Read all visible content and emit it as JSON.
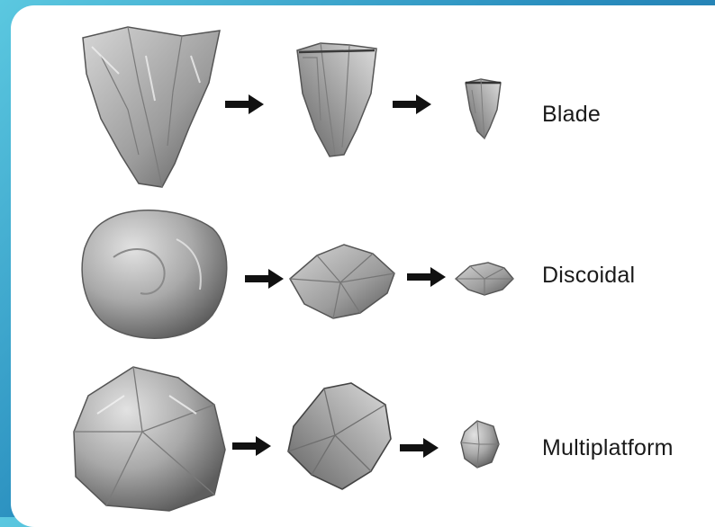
{
  "colors": {
    "background_top": "#5bc8e0",
    "background_bottom": "#17609a",
    "card": "#ffffff",
    "stone_light": "#c8c8c8",
    "stone_dark": "#6e6e6e",
    "arrow": "#111111"
  },
  "rows": [
    {
      "label": "Blade",
      "stages": [
        "large-core",
        "medium-core",
        "small-core"
      ]
    },
    {
      "label": "Discoidal",
      "stages": [
        "large-core",
        "medium-core",
        "small-core"
      ]
    },
    {
      "label": "Multiplatform",
      "stages": [
        "large-core",
        "medium-core",
        "small-core"
      ]
    }
  ],
  "icons": {
    "arrow": "arrow-right-icon"
  }
}
